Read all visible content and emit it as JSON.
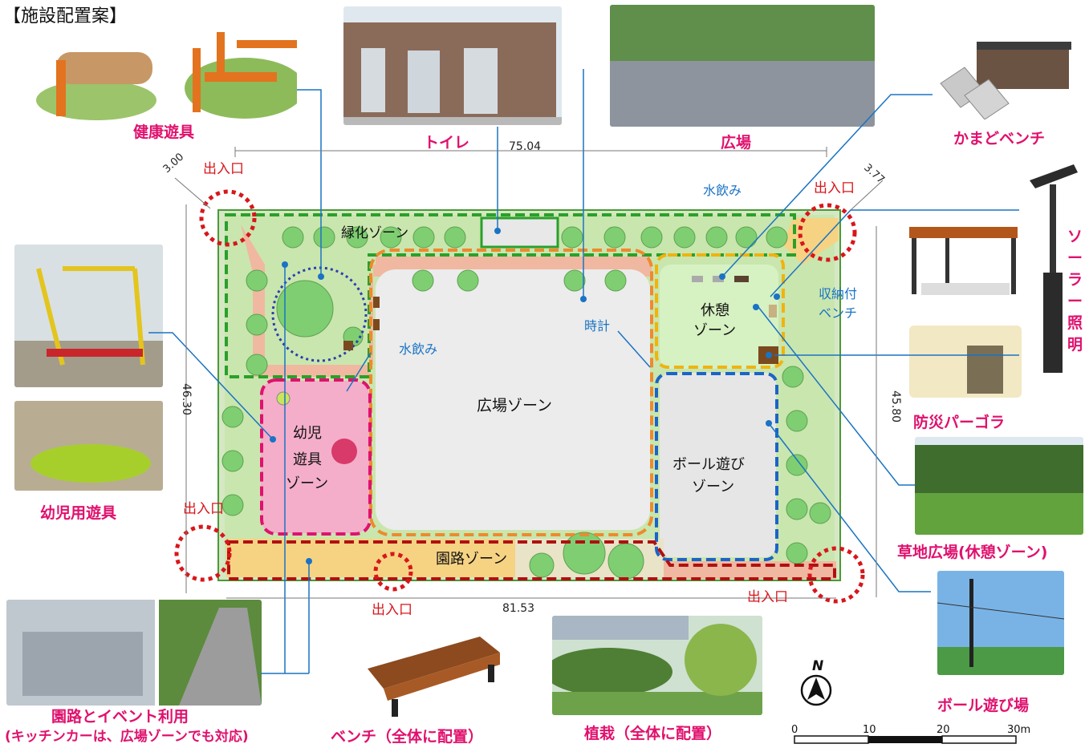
{
  "title": "【施設配置案】",
  "captions": {
    "health": "健康遊具",
    "toilet": "トイレ",
    "plaza": "広場",
    "kamado": "かまどベンチ",
    "solar": "ソーラー照明",
    "pergola": "防災パーゴラ",
    "lawn": "草地広場(休憩ゾーン)",
    "ball": "ボール遊び場",
    "planting": "植栽（全体に配置）",
    "bench": "ベンチ（全体に配置）",
    "path_line1": "園路とイベント利用",
    "path_line2": "(キッチンカーは、広場ゾーンでも対応)",
    "kids": "幼児用遊具"
  },
  "map": {
    "zones": {
      "green": "緑化ゾーン",
      "plaza": "広場ゾーン",
      "rest_line1": "休憩",
      "rest_line2": "ゾーン",
      "ball_line1": "ボール遊び",
      "ball_line2": "ゾーン",
      "kids_line1": "幼児",
      "kids_line2": "遊具",
      "kids_line3": "ゾーン",
      "path": "園路ゾーン"
    },
    "labels": {
      "water1": "水飲み",
      "water2": "水飲み",
      "clock": "時計",
      "storage_line1": "収納付",
      "storage_line2": "ベンチ"
    },
    "entrances": [
      "出入口",
      "出入口",
      "出入口",
      "出入口",
      "出入口"
    ],
    "dimensions": {
      "top": "75.04",
      "bottom": "81.53",
      "left": "46.30",
      "right": "45.80",
      "corner_nw": "3.00",
      "corner_ne": "3.77"
    }
  },
  "compass": {
    "north": "N"
  },
  "scale": {
    "ticks": [
      "0",
      "10",
      "20",
      "30m"
    ]
  },
  "colors": {
    "caption": "#e0116e",
    "entrance": "#d8161b",
    "leader": "#1a73c4",
    "green_zone": "#2aa02a",
    "plaza_zone": "#ee8a2e",
    "rest_zone": "#f0b30f",
    "ball_zone": "#1b64c8",
    "kids_zone": "#e0116e",
    "path_zone": "#b01010"
  }
}
